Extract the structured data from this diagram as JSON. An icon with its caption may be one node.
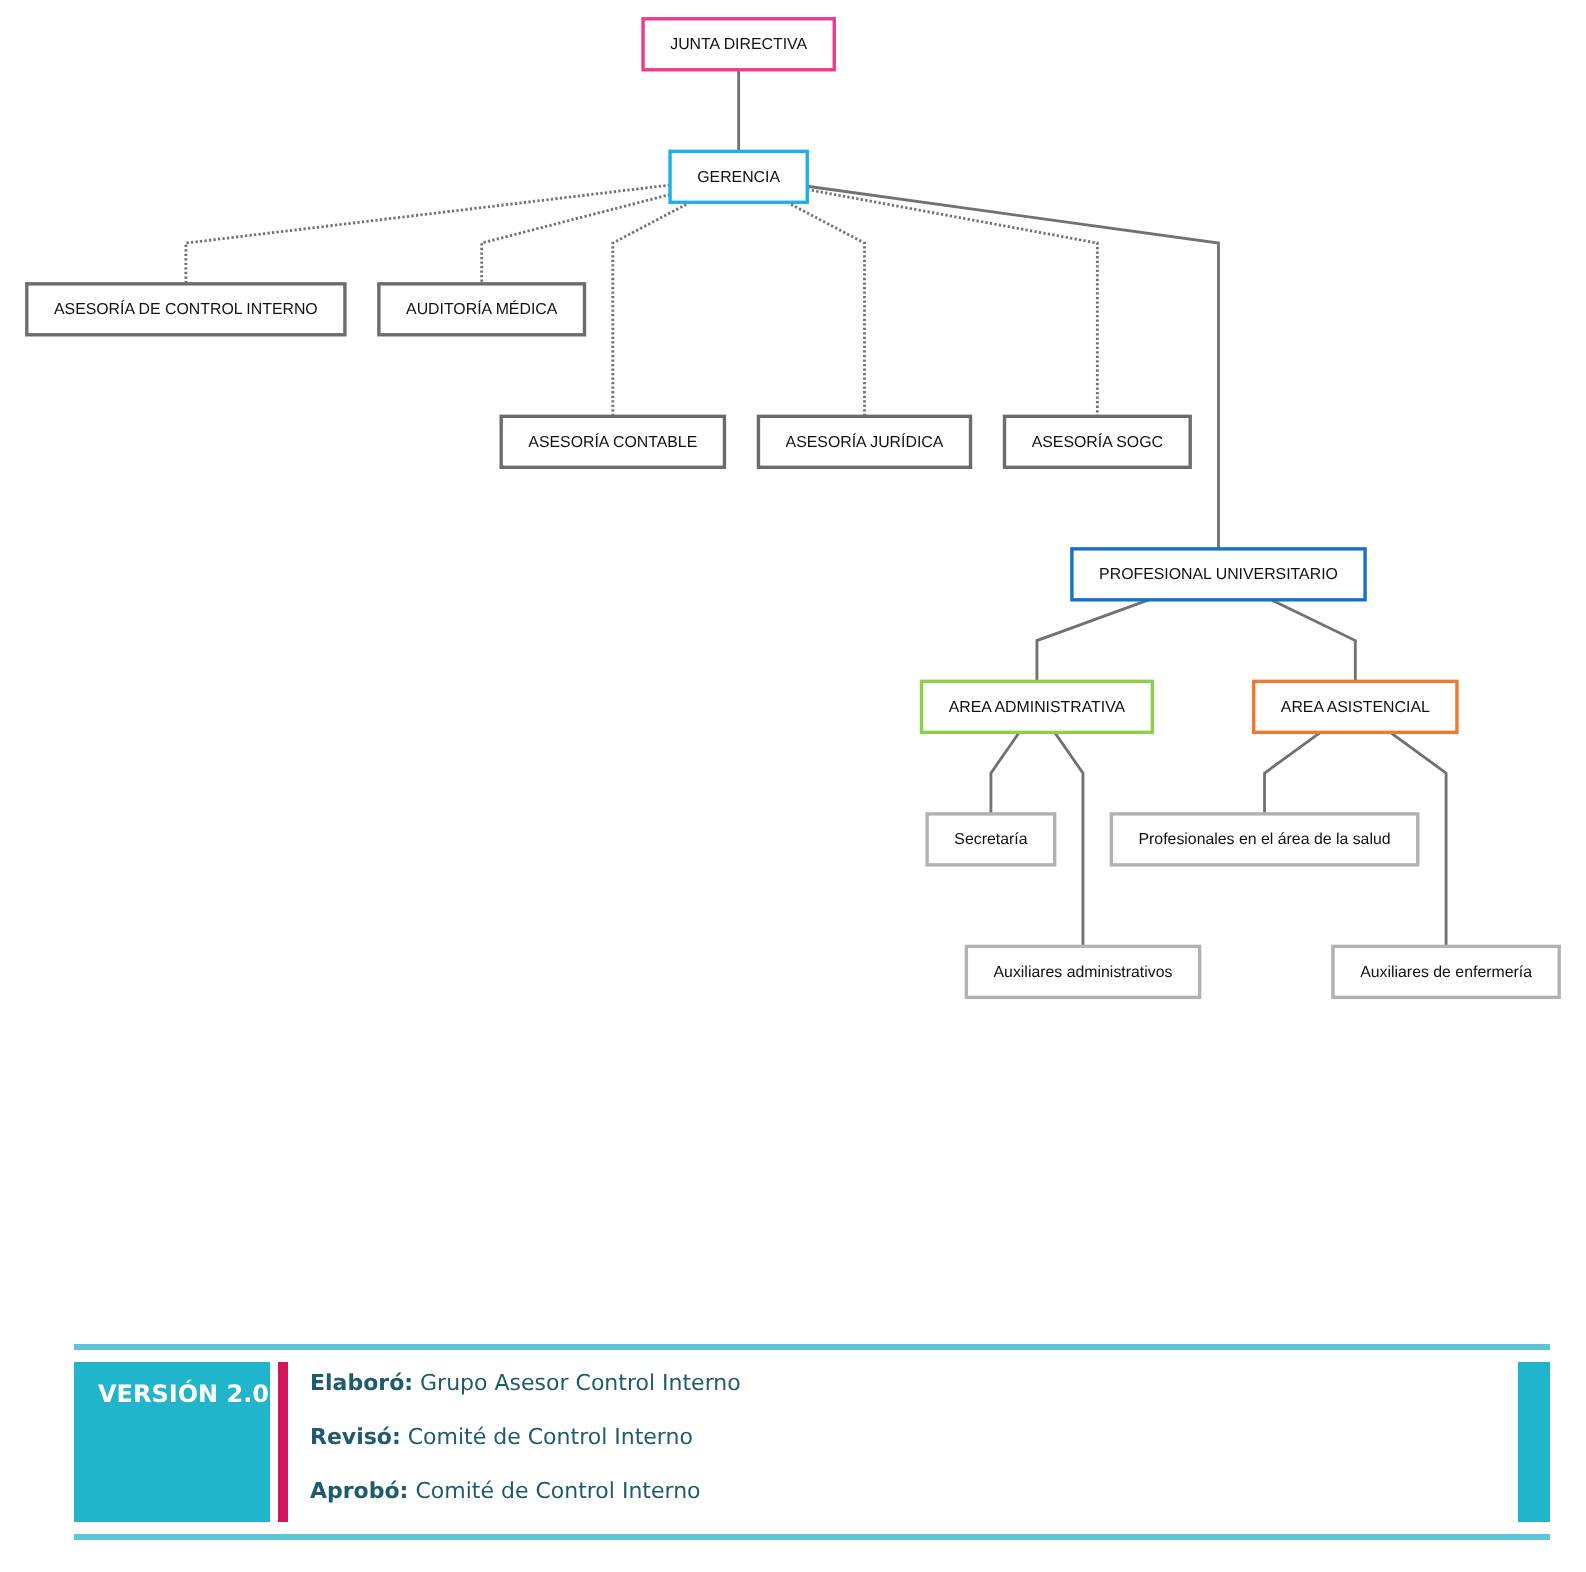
{
  "diagram": {
    "nodes": [
      {
        "text": [
          "JUNTA DIRECTIVA"
        ]
      },
      {
        "text": [
          "GERENCIA"
        ]
      },
      {
        "text": [
          "ASESORÍA DE CONTROL INTERNO"
        ]
      },
      {
        "text": [
          "AUDITORÍA MÉDICA"
        ]
      },
      {
        "text": [
          "ASESORÍA CONTABLE"
        ]
      },
      {
        "text": [
          "ASESORÍA JURÍDICA"
        ]
      },
      {
        "text": [
          "ASESORÍA SOGC"
        ]
      },
      {
        "text": [
          "PROFESIONAL UNIVERSITARIO"
        ]
      },
      {
        "text": [
          "AREA ADMINISTRATIVA"
        ]
      },
      {
        "text": [
          "AREA ASISTENCIAL"
        ]
      },
      {
        "text": [
          "Secretaría"
        ]
      },
      {
        "text": [
          "Profesionales en el área de la salud"
        ]
      },
      {
        "text": [
          "Auxiliares administrativos"
        ]
      },
      {
        "text": [
          "Auxiliares de enfermería"
        ]
      }
    ],
    "edges": [
      {
        "from": 0,
        "to": 1,
        "arrow": "none"
      },
      {
        "from": 1,
        "to": 2,
        "arrow": "none",
        "style": "dashed"
      },
      {
        "from": 1,
        "to": 3,
        "arrow": "none",
        "style": "dashed"
      },
      {
        "from": 1,
        "to": 4,
        "arrow": "none",
        "style": "dashed"
      },
      {
        "from": 1,
        "to": 5,
        "arrow": "none",
        "style": "dashed"
      },
      {
        "from": 1,
        "to": 6,
        "arrow": "none",
        "style": "dashed"
      },
      {
        "from": 1,
        "to": 7,
        "arrow": "none"
      },
      {
        "from": 7,
        "to": 8,
        "arrow": "none"
      },
      {
        "from": 7,
        "to": 9,
        "arrow": "none"
      },
      {
        "from": 8,
        "to": 10,
        "arrow": "none"
      },
      {
        "from": 8,
        "to": 12,
        "arrow": "none"
      },
      {
        "from": 9,
        "to": 11,
        "arrow": "none"
      },
      {
        "from": 9,
        "to": 13,
        "arrow": "none"
      }
    ],
    "labels": [
      "VERSIÓN 2.0",
      "**Elaboró:** Grupo Asesor Control Interno",
      "**Revisó:** Comité de Control Interno",
      "**Aprobó:** Comité de Control Interno"
    ]
  }
}
